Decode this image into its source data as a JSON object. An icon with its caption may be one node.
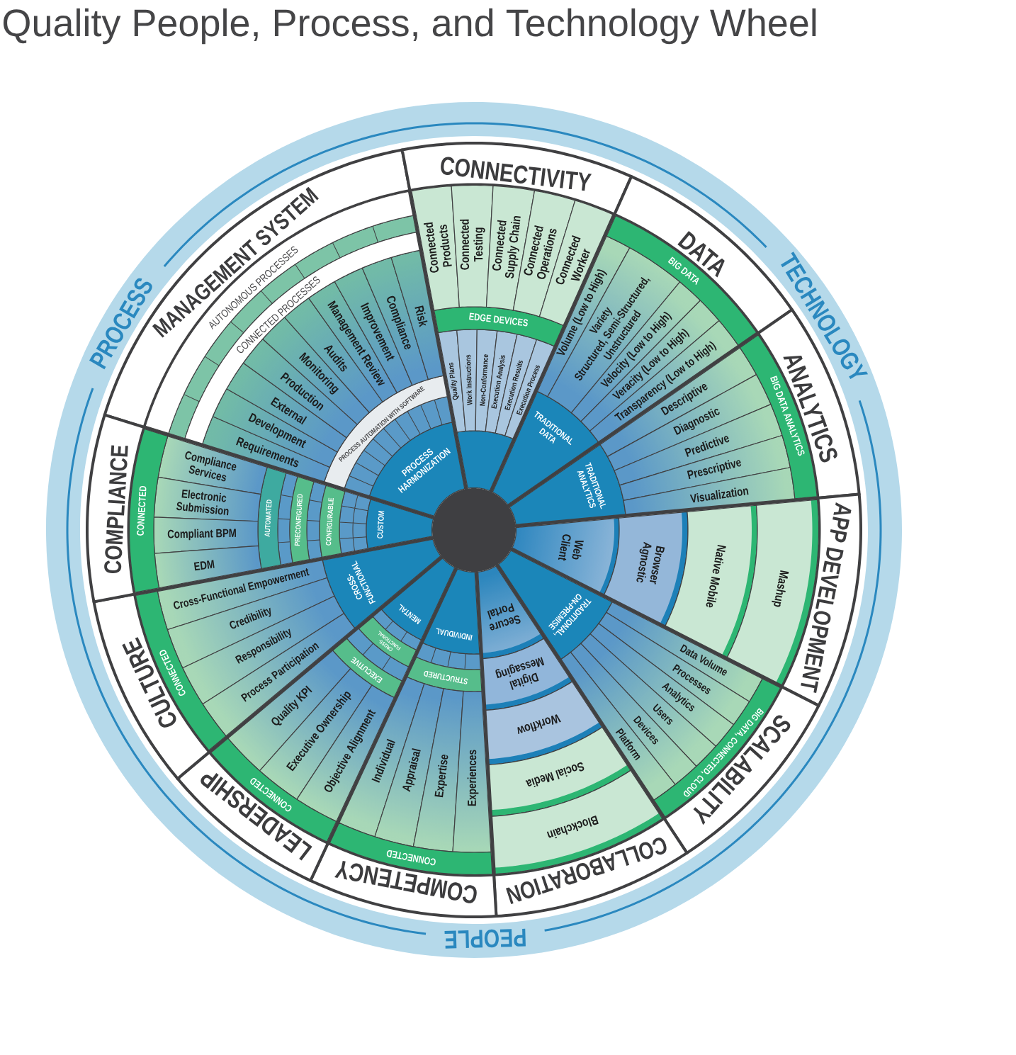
{
  "diagram": {
    "title": "Quality People, Process, and Technology Wheel",
    "nodes": [
      {
        "text": [
          "MANAGEMENT SYSTEM"
        ]
      },
      {
        "text": [
          "PROCESS HARMONIZATION"
        ],
        "in": 0
      },
      {
        "text": [
          "PROCESS AUTOMATION WITH SOFTWARE"
        ],
        "in": 0
      },
      {
        "text": [
          "Requirements"
        ],
        "in": 0
      },
      {
        "text": [
          "Development"
        ],
        "in": 0
      },
      {
        "text": [
          "External"
        ],
        "in": 0
      },
      {
        "text": [
          "Production"
        ],
        "in": 0
      },
      {
        "text": [
          "Monitoring"
        ],
        "in": 0
      },
      {
        "text": [
          "Audits"
        ],
        "in": 0
      },
      {
        "text": [
          "Management Review"
        ],
        "in": 0
      },
      {
        "text": [
          "Improvement"
        ],
        "in": 0
      },
      {
        "text": [
          "Compliance"
        ],
        "in": 0
      },
      {
        "text": [
          "Risk"
        ],
        "in": 0
      },
      {
        "text": [
          "CONNECTED PROCESSES"
        ],
        "in": 0
      },
      {
        "text": [
          "AUTONOMOUS PROCESSES"
        ],
        "in": 0
      },
      {
        "text": [
          "CONNECTIVITY"
        ]
      },
      {
        "text": [],
        "shape": "wedge",
        "in": 15
      },
      {
        "text": [
          "Quality Plans"
        ],
        "in": 15
      },
      {
        "text": [
          "Work Instructions"
        ],
        "in": 15
      },
      {
        "text": [
          "Non-Conformance"
        ],
        "in": 15
      },
      {
        "text": [
          "Execution Analysis"
        ],
        "in": 15
      },
      {
        "text": [
          "Execution Results"
        ],
        "in": 15
      },
      {
        "text": [
          "Execution Process"
        ],
        "in": 15
      },
      {
        "text": [
          "EDGE DEVICES"
        ],
        "in": 15
      },
      {
        "text": [
          "Connected Products"
        ],
        "in": 15
      },
      {
        "text": [
          "Connected Testing"
        ],
        "in": 15
      },
      {
        "text": [
          "Connected Supply Chain"
        ],
        "in": 15
      },
      {
        "text": [
          "Connected Operations"
        ],
        "in": 15
      },
      {
        "text": [
          "Connected Worker"
        ],
        "in": 15
      },
      {
        "text": [
          "DATA"
        ]
      },
      {
        "text": [
          "TRADITIONAL DATA"
        ],
        "in": 29
      },
      {
        "text": [
          "Volume (Low to High)"
        ],
        "in": 29
      },
      {
        "text": [
          "Variety",
          "Structured, Semi-Structured, Unstructured"
        ],
        "in": 29
      },
      {
        "text": [
          "Velocity (Low to High)"
        ],
        "in": 29
      },
      {
        "text": [
          "Veracity (Low to High)"
        ],
        "in": 29
      },
      {
        "text": [
          "Transparency (Low to High)"
        ],
        "in": 29
      },
      {
        "text": [
          "BIG DATA"
        ],
        "in": 29
      },
      {
        "text": [
          "ANALYTICS"
        ]
      },
      {
        "text": [
          "TRADITIONAL ANALYTICS"
        ],
        "in": 37
      },
      {
        "text": [
          "Descriptive"
        ],
        "in": 37
      },
      {
        "text": [
          "Diagnostic"
        ],
        "in": 37
      },
      {
        "text": [
          "Predictive"
        ],
        "in": 37
      },
      {
        "text": [
          "Prescriptive"
        ],
        "in": 37
      },
      {
        "text": [
          "Visualization"
        ],
        "in": 37
      },
      {
        "text": [
          "BIG DATA ANALYTICS"
        ],
        "in": 37
      },
      {
        "text": [
          "APP DEVELOPMENT"
        ]
      },
      {
        "text": [
          "Web Client"
        ],
        "in": 45
      },
      {
        "text": [
          "Browser Agnostic"
        ],
        "in": 45
      },
      {
        "text": [
          "Native Mobile"
        ],
        "in": 45
      },
      {
        "text": [
          "Mashup"
        ],
        "in": 45
      },
      {
        "text": [
          "SCALABILITY"
        ]
      },
      {
        "text": [
          "TRADITIONAL, ON-PREMISE"
        ],
        "in": 50
      },
      {
        "text": [
          "Data Volume"
        ],
        "in": 50
      },
      {
        "text": [
          "Processes"
        ],
        "in": 50
      },
      {
        "text": [
          "Analytics"
        ],
        "in": 50
      },
      {
        "text": [
          "Users"
        ],
        "in": 50
      },
      {
        "text": [
          "Devices"
        ],
        "in": 50
      },
      {
        "text": [
          "Platform"
        ],
        "in": 50
      },
      {
        "text": [
          "BIG DATA, CONNECTED, CLOUD"
        ],
        "in": 50
      },
      {
        "text": [
          "COLLABORATION"
        ]
      },
      {
        "text": [
          "Secure Portal"
        ],
        "in": 59
      },
      {
        "text": [
          "Digital Messaging"
        ],
        "in": 59
      },
      {
        "text": [
          "Workflow"
        ],
        "in": 59
      },
      {
        "text": [
          "Social Media"
        ],
        "in": 59
      },
      {
        "text": [
          "Blockchain"
        ],
        "in": 59
      },
      {
        "text": [
          "COMPETENCY"
        ]
      },
      {
        "text": [
          "INDIVIDUAL"
        ],
        "in": 65
      },
      {
        "text": [
          "STRUCTURED"
        ],
        "in": 65
      },
      {
        "text": [
          "Individual"
        ],
        "in": 65
      },
      {
        "text": [
          "Appraisal"
        ],
        "in": 65
      },
      {
        "text": [
          "Expertise"
        ],
        "in": 65
      },
      {
        "text": [
          "Experiences"
        ],
        "in": 65
      },
      {
        "text": [
          "CONNECTED"
        ],
        "in": 65
      },
      {
        "text": [
          "LEADERSHIP"
        ]
      },
      {
        "text": [
          "MENTAL"
        ],
        "in": 73
      },
      {
        "text": [
          "CROSS-FUNCTIONAL"
        ],
        "in": 73
      },
      {
        "text": [
          "EXECUTIVE"
        ],
        "in": 73
      },
      {
        "text": [
          "Quality KPI"
        ],
        "in": 73
      },
      {
        "text": [
          "Executive Ownership"
        ],
        "in": 73
      },
      {
        "text": [
          "Objective Alignment"
        ],
        "in": 73
      },
      {
        "text": [
          "CONNECTED"
        ],
        "in": 73
      },
      {
        "text": [
          "CULTURE"
        ]
      },
      {
        "text": [
          "CROSS-FUNCTIONAL"
        ],
        "in": 81
      },
      {
        "text": [
          "Cross-Functional Empowerment"
        ],
        "in": 81
      },
      {
        "text": [
          "Credibility"
        ],
        "in": 81
      },
      {
        "text": [
          "Responsibility"
        ],
        "in": 81
      },
      {
        "text": [
          "Process Participation"
        ],
        "in": 81
      },
      {
        "text": [
          "CONNECTED"
        ],
        "in": 81
      },
      {
        "text": [
          "COMPLIANCE"
        ]
      },
      {
        "text": [
          "CUSTOM"
        ],
        "in": 88
      },
      {
        "text": [
          "CONFIGURABLE"
        ],
        "in": 88
      },
      {
        "text": [
          "PRECONFIGURED"
        ],
        "in": 88
      },
      {
        "text": [
          "AUTOMATED"
        ],
        "in": 88
      },
      {
        "text": [
          "Compliance Services"
        ],
        "in": 88
      },
      {
        "text": [
          "Electronic Submission"
        ],
        "in": 88
      },
      {
        "text": [
          "Compliant BPM"
        ],
        "in": 88
      },
      {
        "text": [
          "EDM"
        ],
        "in": 88
      },
      {
        "text": [
          "CONNECTED"
        ],
        "in": 88
      },
      {
        "text": [],
        "shape": "circle"
      }
    ],
    "labels": [
      "PROCESS",
      "TECHNOLOGY",
      "PEOPLE"
    ]
  }
}
